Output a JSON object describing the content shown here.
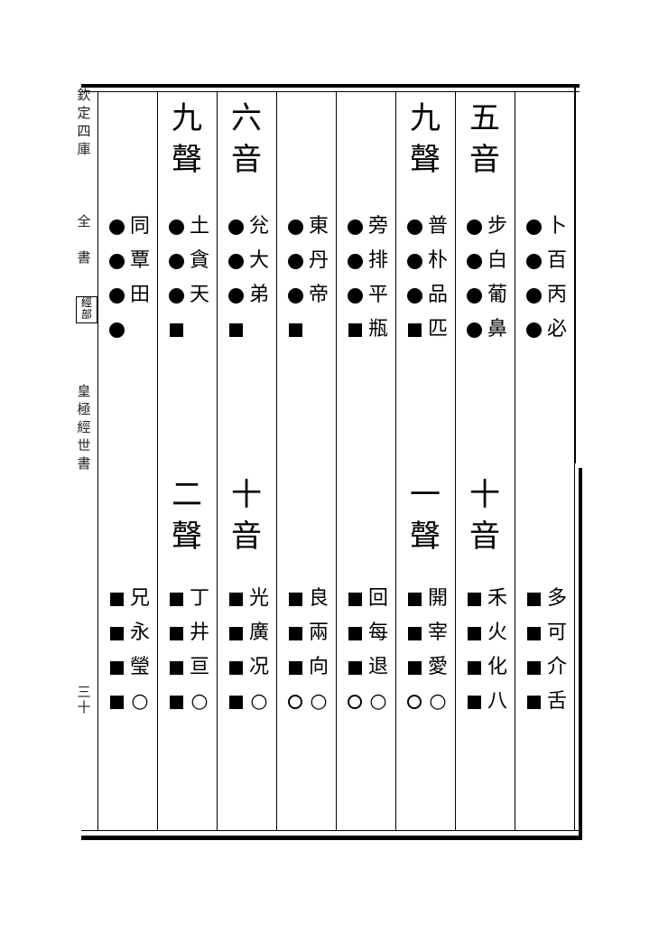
{
  "margin": {
    "top_chars": [
      "欽",
      "定",
      "四",
      "庫",
      "全",
      "書"
    ],
    "box_label": "經部",
    "mid_chars": [
      "皇",
      "極",
      "經",
      "世",
      "書"
    ],
    "folio": "三十"
  },
  "columns": [
    {
      "upper": {
        "head": [],
        "chars": [
          "卜",
          "百",
          "丙",
          "必"
        ],
        "marks": [
          "dot",
          "dot",
          "dot",
          "dot"
        ]
      },
      "lower": {
        "head": [],
        "chars": [
          "多",
          "可",
          "介",
          "舌"
        ],
        "marks": [
          "sq",
          "sq",
          "sq",
          "sq"
        ]
      }
    },
    {
      "upper": {
        "head": [
          "五",
          "音"
        ],
        "chars": [
          "步",
          "白",
          "葡",
          "鼻"
        ],
        "marks": [
          "dot",
          "dot",
          "dot",
          "dot"
        ]
      },
      "lower": {
        "head": [
          "十",
          "音"
        ],
        "chars": [
          "禾",
          "火",
          "化",
          "八"
        ],
        "marks": [
          "sq",
          "sq",
          "sq",
          "sq"
        ]
      }
    },
    {
      "upper": {
        "head": [
          "九",
          "聲"
        ],
        "chars": [
          "普",
          "朴",
          "品",
          "匹"
        ],
        "marks": [
          "dot",
          "dot",
          "dot",
          "sq"
        ]
      },
      "lower": {
        "head": [
          "一",
          "聲"
        ],
        "chars": [
          "開",
          "宰",
          "愛",
          "○"
        ],
        "marks": [
          "sq",
          "sq",
          "sq",
          "circ"
        ]
      }
    },
    {
      "upper": {
        "head": [],
        "chars": [
          "旁",
          "排",
          "平",
          "瓶"
        ],
        "marks": [
          "dot",
          "dot",
          "dot",
          "sq"
        ]
      },
      "lower": {
        "head": [],
        "chars": [
          "回",
          "每",
          "退",
          "○"
        ],
        "marks": [
          "sq",
          "sq",
          "sq",
          "circ"
        ]
      }
    },
    {
      "upper": {
        "head": [],
        "chars": [
          "東",
          "丹",
          "帝",
          ""
        ],
        "marks": [
          "dot",
          "dot",
          "dot",
          "sq"
        ]
      },
      "lower": {
        "head": [],
        "chars": [
          "良",
          "兩",
          "向",
          "○"
        ],
        "marks": [
          "sq",
          "sq",
          "sq",
          "circ"
        ]
      }
    },
    {
      "upper": {
        "head": [
          "六",
          "音"
        ],
        "chars": [
          "兊",
          "大",
          "弟",
          ""
        ],
        "marks": [
          "dot",
          "dot",
          "dot",
          "sq"
        ]
      },
      "lower": {
        "head": [
          "十",
          "音"
        ],
        "chars": [
          "光",
          "廣",
          "况",
          "○"
        ],
        "marks": [
          "sq",
          "sq",
          "sq",
          "sq"
        ]
      }
    },
    {
      "upper": {
        "head": [
          "九",
          "聲"
        ],
        "chars": [
          "土",
          "貪",
          "天",
          ""
        ],
        "marks": [
          "dot",
          "dot",
          "dot",
          "sq"
        ]
      },
      "lower": {
        "head": [
          "二",
          "聲"
        ],
        "chars": [
          "丁",
          "井",
          "亘",
          "○"
        ],
        "marks": [
          "sq",
          "sq",
          "sq",
          "sq"
        ]
      }
    },
    {
      "upper": {
        "head": [],
        "chars": [
          "同",
          "覃",
          "田",
          ""
        ],
        "marks": [
          "dot",
          "dot",
          "dot",
          "dot"
        ]
      },
      "lower": {
        "head": [],
        "chars": [
          "兄",
          "永",
          "瑩",
          "○"
        ],
        "marks": [
          "sq",
          "sq",
          "sq",
          "sq"
        ]
      }
    }
  ]
}
